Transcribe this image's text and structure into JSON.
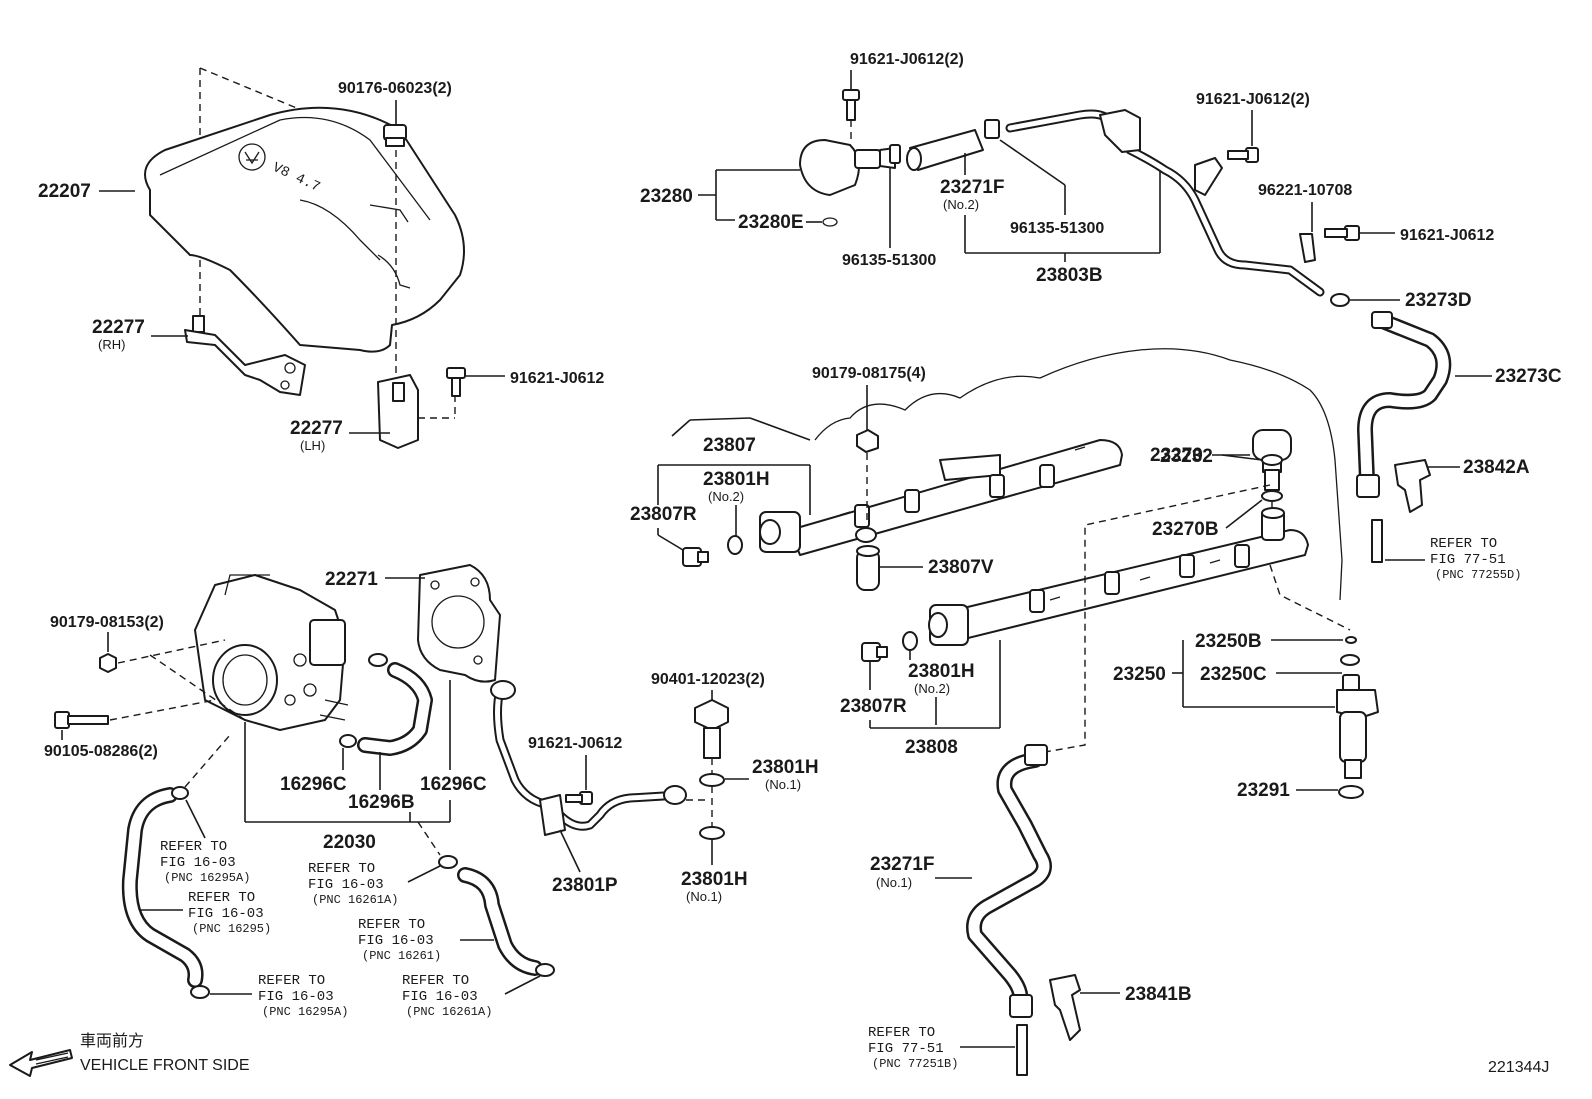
{
  "diagram_id": "221344J",
  "footer": {
    "direction_jp": "車両前方",
    "direction_en": "VEHICLE FRONT SIDE"
  },
  "cover": {
    "part_22207": "22207",
    "nut_90176": "90176-06023(2)",
    "bracket_rh": "22277",
    "bracket_rh_note": "(RH)",
    "bracket_lh": "22277",
    "bracket_lh_note": "(LH)",
    "bolt_91621": "91621-J0612"
  },
  "top": {
    "bolt_a": "91621-J0612(2)",
    "bolt_b": "91621-J0612(2)",
    "damper": "23280",
    "damper_e": "23280E",
    "hose_f": "23271F",
    "hose_f_note": "(No.2)",
    "clip_left": "96135-51300",
    "clip_right": "96135-51300",
    "tube_b": "23803B",
    "clamp": "96221-10708",
    "bolt_c": "91621-J0612",
    "hose_d": "23273D",
    "hose_c": "23273C"
  },
  "rail": {
    "nut_90179": "90179-08175(4)",
    "assy_23807": "23807",
    "gasket_a": "23801H",
    "gasket_a_note": "(No.2)",
    "plug_a": "23807R",
    "insulator": "23807V",
    "gasket_b": "23801H",
    "gasket_b_note": "(No.2)",
    "plug_b": "23807R",
    "assy_23808": "23808",
    "damper_23270": "23270",
    "ring_23232": "23232",
    "ring_23270b": "23270B",
    "clip_23842a": "23842A",
    "ref_a_1": "REFER TO",
    "ref_a_2": "FIG 77-51",
    "ref_a_3": "(PNC 77255D)"
  },
  "injector": {
    "assy": "23250",
    "ring_b": "23250B",
    "ring_c": "23250C",
    "insulator": "23291"
  },
  "lower_fuel": {
    "hose_f1": "23271F",
    "hose_f1_note": "(No.1)",
    "clip_23841b": "23841B",
    "ref_b_1": "REFER TO",
    "ref_b_2": "FIG 77-51",
    "ref_b_3": "(PNC 77251B)"
  },
  "pipe": {
    "union_bolt": "90401-12023(2)",
    "bolt": "91621-J0612",
    "gasket_c": "23801H",
    "gasket_c_note": "(No.1)",
    "gasket_d": "23801H",
    "gasket_d_note": "(No.1)",
    "pipe_23801p": "23801P"
  },
  "throttle": {
    "gasket_22271": "22271",
    "nut_90179": "90179-08153(2)",
    "bolt_90105": "90105-08286(2)",
    "hose_c1": "16296C",
    "hose_b": "16296B",
    "hose_c2": "16296C",
    "body_22030": "22030",
    "ref1_1": "REFER TO",
    "ref1_2": "FIG 16-03",
    "ref1_3": "(PNC 16295A)",
    "ref2_1": "REFER TO",
    "ref2_2": "FIG 16-03",
    "ref2_3": "(PNC 16295)",
    "ref3_1": "REFER TO",
    "ref3_2": "FIG 16-03",
    "ref3_3": "(PNC 16295A)",
    "ref4_1": "REFER TO",
    "ref4_2": "FIG 16-03",
    "ref4_3": "(PNC 16261A)",
    "ref5_1": "REFER TO",
    "ref5_2": "FIG 16-03",
    "ref5_3": "(PNC 16261)",
    "ref6_1": "REFER TO",
    "ref6_2": "FIG 16-03",
    "ref6_3": "(PNC 16261A)"
  }
}
